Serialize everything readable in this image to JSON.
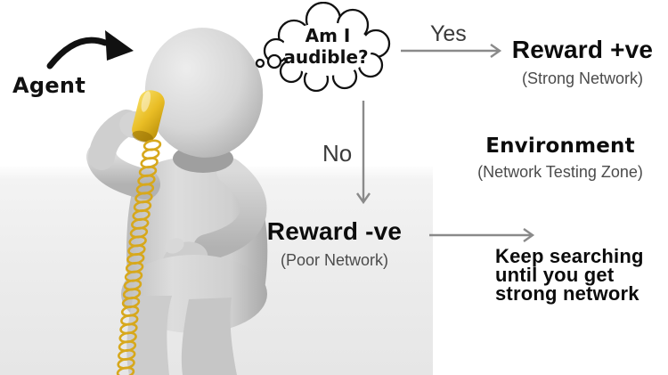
{
  "diagram": {
    "agent_label": "Agent",
    "thought_bubble": {
      "line1": "Am I",
      "line2": "audible?"
    },
    "yes_label": "Yes",
    "no_label": "No",
    "reward_positive": {
      "title": "Reward +ve",
      "subtitle": "(Strong Network)"
    },
    "environment": {
      "title": "Environment",
      "subtitle": "(Network Testing Zone)"
    },
    "reward_negative": {
      "title": "Reward -ve",
      "subtitle": "(Poor Network)"
    },
    "keep_searching": {
      "lines": [
        "Keep searching",
        "until you get",
        "strong network"
      ]
    }
  },
  "colors": {
    "ink_black": "#111111",
    "flow_arrow_gray": "#8a8a8a",
    "yes_no_text": "#3a3a3a",
    "subtitle_gray": "#4b4b4b",
    "figure_gray": "#d6d6d6",
    "phone_gold": "#e9bd25",
    "photo_floor_gray": "#ececec",
    "background": "#ffffff"
  }
}
